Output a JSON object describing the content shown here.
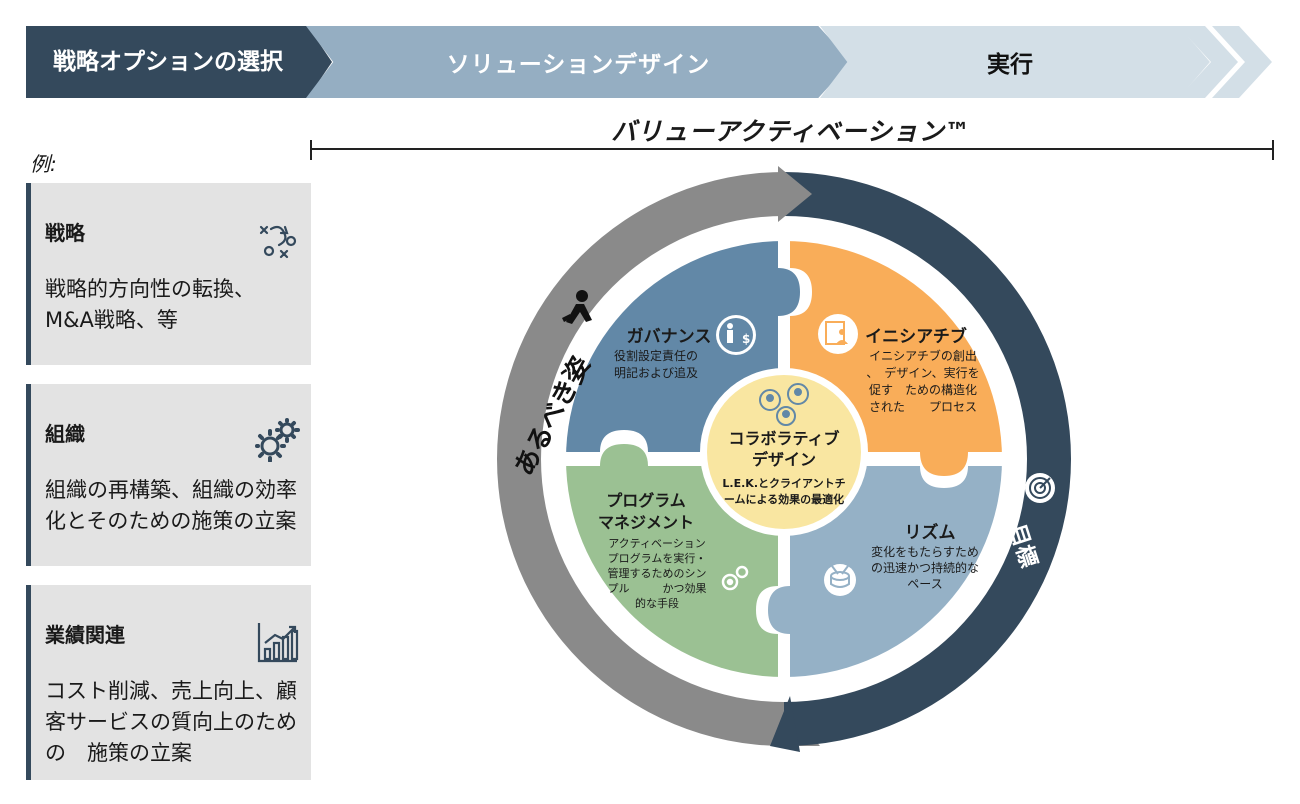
{
  "process": {
    "step1": "戦略オプションの選択",
    "step2": "ソリューションデザイン",
    "step3": "実行"
  },
  "value_activation": "バリューアクティベーション™",
  "example_label": "例:",
  "cards": [
    {
      "title": "戦略",
      "desc": "戦略的方向性の転換、M&A戦略、等",
      "icon": "strategy-play-icon"
    },
    {
      "title": "組織",
      "desc": "組織の再構築、組織の効率化とそのための施策の立案",
      "icon": "gears-icon"
    },
    {
      "title": "業績関連",
      "desc": "コスト削減、売上向上、顧客サービスの質向上のための　施策の立案",
      "icon": "bar-chart-icon"
    }
  ],
  "outer_ring": {
    "left_label": "あるべき姿",
    "right_label": "目標",
    "left_color": "#8a8a8a",
    "right_color": "#34495c"
  },
  "pieces": {
    "governance": {
      "title": "ガバナンス",
      "desc1": "役割設定責任の",
      "desc2": "明記および追及",
      "color": "#6288a7",
      "icon": "person-dollar-icon"
    },
    "initiative": {
      "title": "イニシアチブ",
      "desc1": "イニシアチブの創出",
      "desc2": "、　デザイン、実行を",
      "desc3": "促す　ための構造化",
      "desc4": "された　　プロセス",
      "color": "#f9ad59",
      "icon": "presenter-icon"
    },
    "program": {
      "title1": "プログラム",
      "title2": "マネジメント",
      "desc1": "アクティベーション",
      "desc2": "プログラムを実行・",
      "desc3": "管理するためのシン",
      "desc4": "プル　　　かつ効果",
      "desc5": "的な手段",
      "color": "#9bc193",
      "icon": "gears-icon"
    },
    "rhythm": {
      "title": "リズム",
      "desc1": "変化をもたらすため",
      "desc2": "の迅速かつ持続的な",
      "desc3": "ペース",
      "color": "#95b1c6",
      "icon": "drum-icon"
    }
  },
  "center": {
    "title1": "コラボラティブ",
    "title2": "デザイン",
    "desc1": "L.E.K.とクライアントチ",
    "desc2": "ームによる効果の最適化",
    "color": "#f9e6a1",
    "icon": "team-icon"
  }
}
